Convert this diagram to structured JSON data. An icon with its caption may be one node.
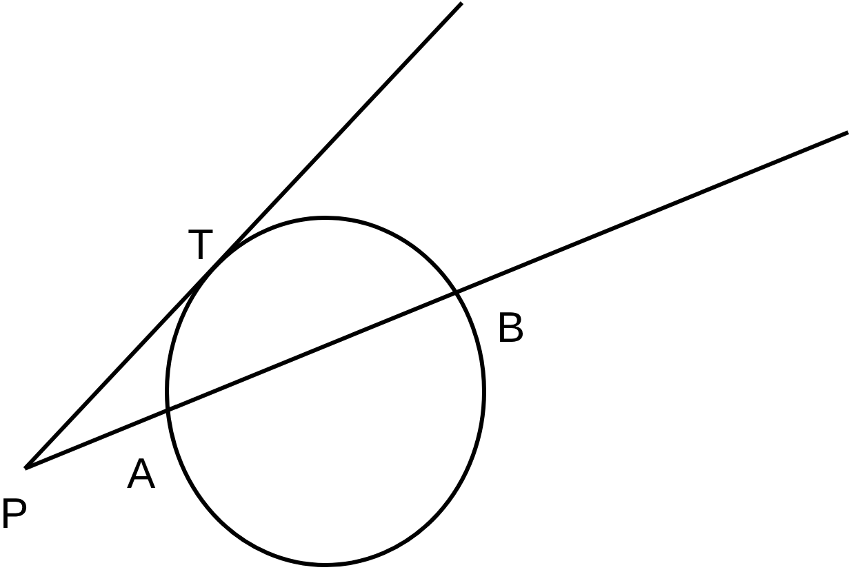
{
  "diagram": {
    "labels": [
      "T",
      "B",
      "A",
      "P"
    ]
  }
}
